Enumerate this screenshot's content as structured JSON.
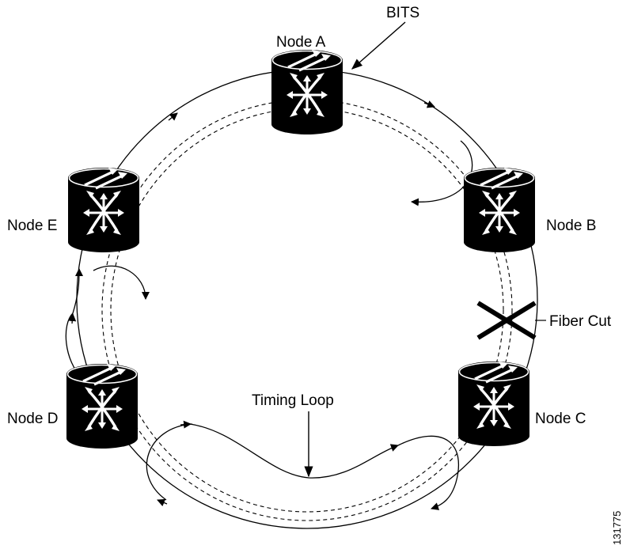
{
  "labels": {
    "bits": "BITS",
    "node_a": "Node A",
    "node_b": "Node B",
    "node_c": "Node C",
    "node_d": "Node D",
    "node_e": "Node E",
    "fiber_cut": "Fiber Cut",
    "timing_loop": "Timing Loop",
    "figure_number": "131775"
  },
  "nodes": [
    {
      "id": "A",
      "icon": "switch-icon"
    },
    {
      "id": "B",
      "icon": "switch-icon"
    },
    {
      "id": "C",
      "icon": "switch-icon"
    },
    {
      "id": "D",
      "icon": "switch-icon"
    },
    {
      "id": "E",
      "icon": "switch-icon"
    }
  ],
  "colors": {
    "line": "#000000",
    "node_fill": "#000000",
    "node_glyph": "#ffffff",
    "background": "#ffffff"
  }
}
